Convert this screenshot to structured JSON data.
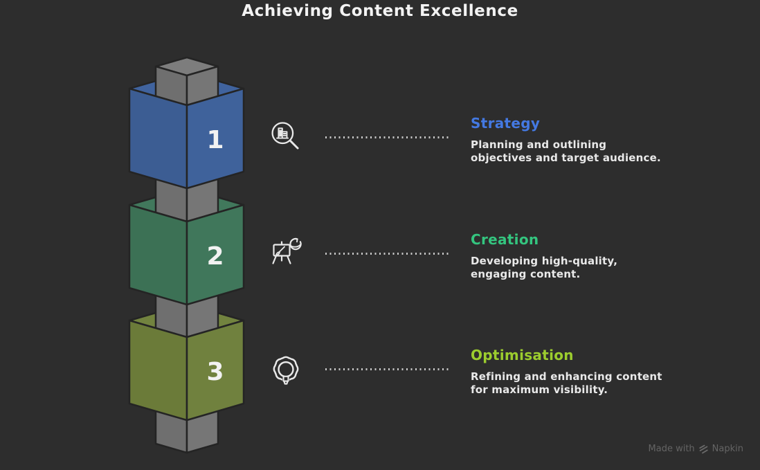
{
  "title": "Achieving Content Excellence",
  "background_color": "#2d2d2d",
  "column": {
    "top": "#7d7d7d",
    "left": "#6f6f6f",
    "right": "#767676"
  },
  "steps": [
    {
      "number": "1",
      "heading": "Strategy",
      "heading_color": "#4479e2",
      "description": "Planning and outlining\nobjectives and target audience.",
      "icon": "document-search-icon",
      "cube": {
        "top": "#40639e",
        "left": "#3c5d93",
        "right": "#3f629b"
      }
    },
    {
      "number": "2",
      "heading": "Creation",
      "heading_color": "#34c57f",
      "description": "Developing high-quality,\nengaging content.",
      "icon": "easel-paint-icon",
      "cube": {
        "top": "#41785c",
        "left": "#3c7155",
        "right": "#40775b"
      }
    },
    {
      "number": "3",
      "heading": "Optimisation",
      "heading_color": "#9ccd2e",
      "description": "Refining and enhancing content\nfor maximum visibility.",
      "icon": "gear-lightbulb-icon",
      "cube": {
        "top": "#72833f",
        "left": "#6b7b39",
        "right": "#70813e"
      }
    }
  ],
  "connector_color": "#c9c9c9",
  "watermark": {
    "prefix": "Made with",
    "brand": "Napkin"
  }
}
